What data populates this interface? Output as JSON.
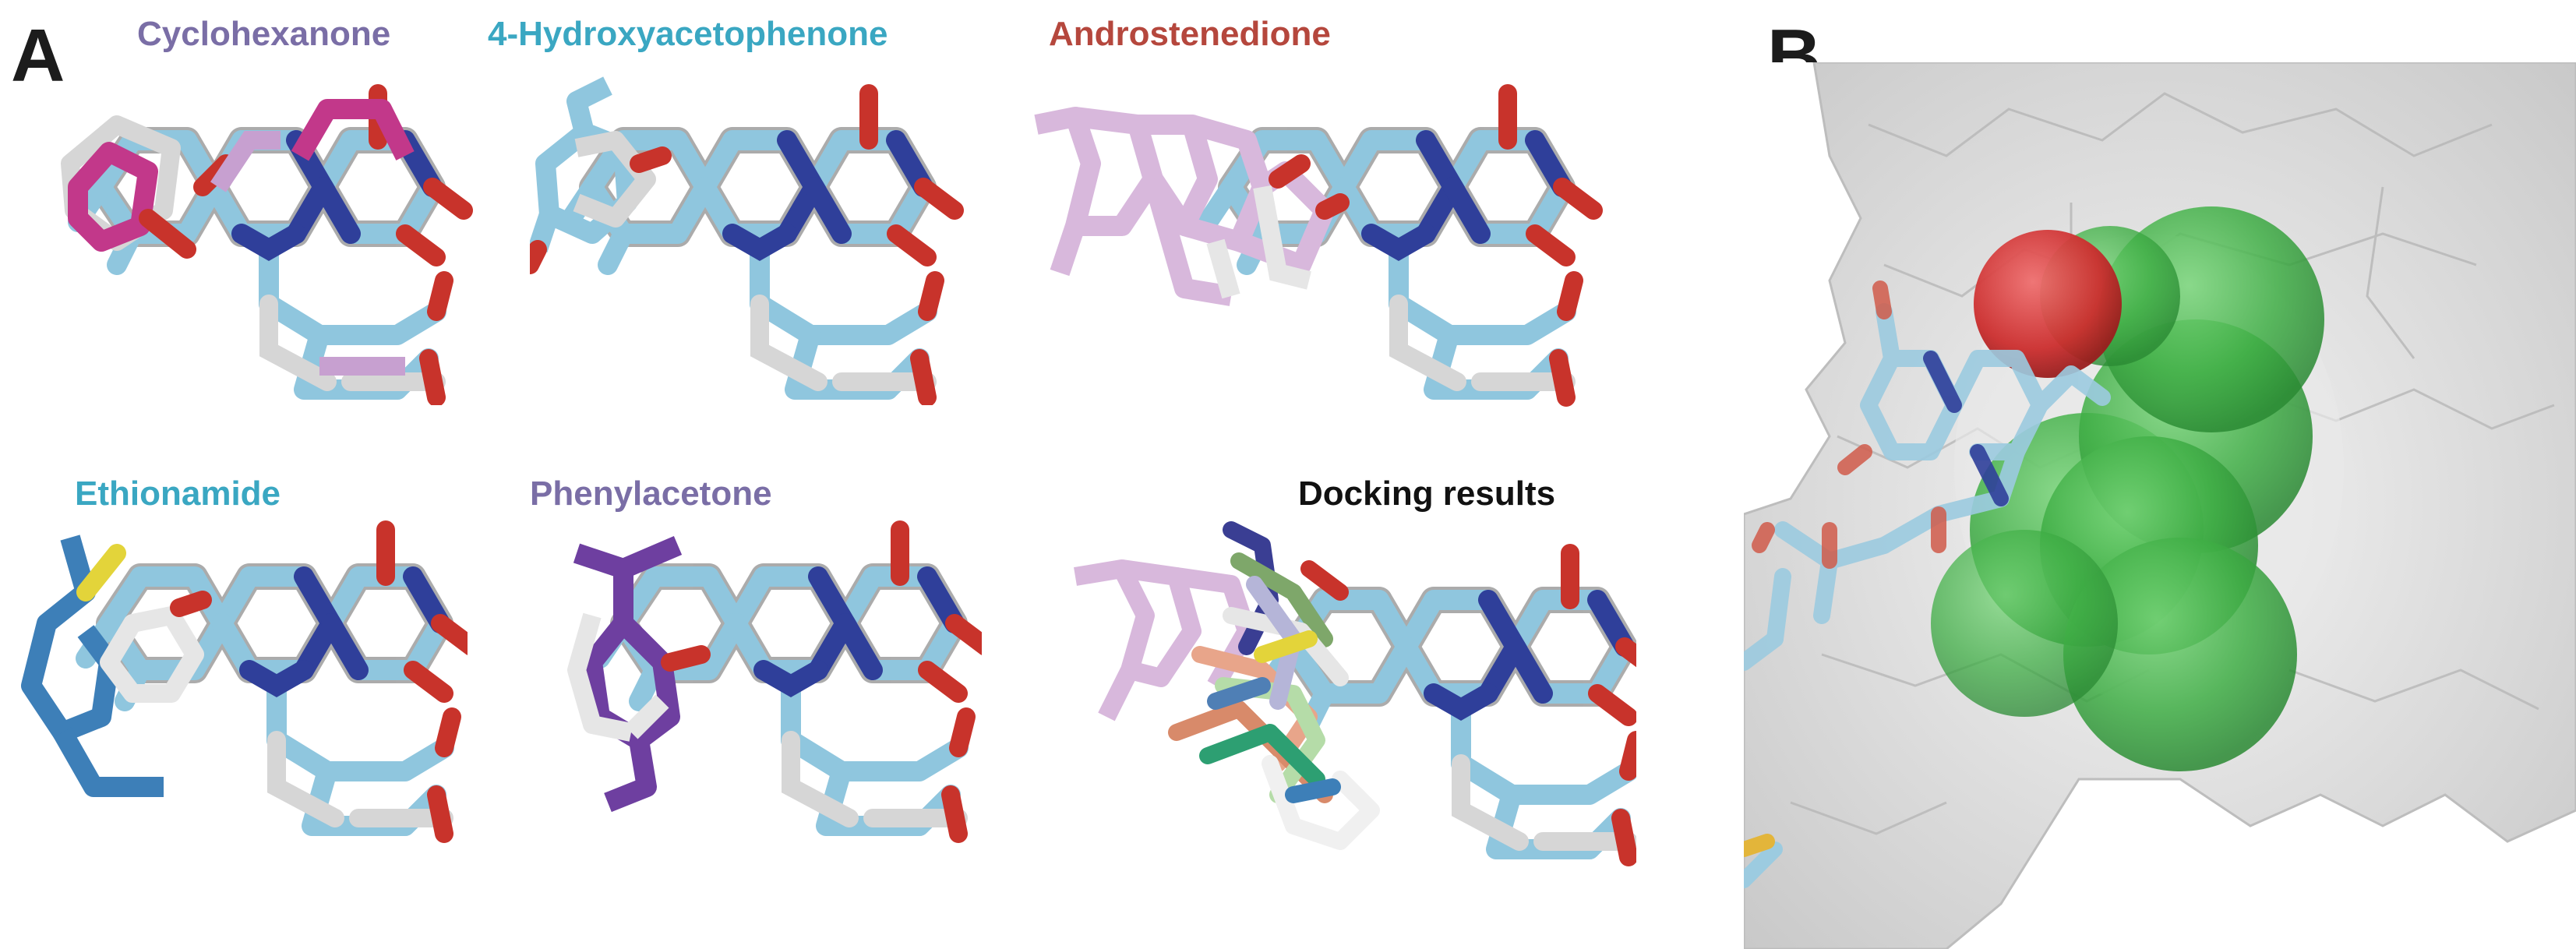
{
  "figure": {
    "panel_a_label": "A",
    "panel_b_label": "B",
    "panels": [
      {
        "id": "cyclohexanone",
        "label": "Cyclohexanone",
        "color": "#7a6ea6"
      },
      {
        "id": "hydroxyacetophenone",
        "label": "4-Hydroxyacetophenone",
        "color": "#3aa7c2"
      },
      {
        "id": "androstenedione",
        "label": "Androstenedione",
        "color": "#b5473d"
      },
      {
        "id": "ethionamide",
        "label": "Ethionamide",
        "color": "#3aa7c2"
      },
      {
        "id": "phenylacetone",
        "label": "Phenylacetone",
        "color": "#7a6ea6"
      },
      {
        "id": "docking",
        "label": "Docking results",
        "color": "#111111"
      }
    ]
  }
}
